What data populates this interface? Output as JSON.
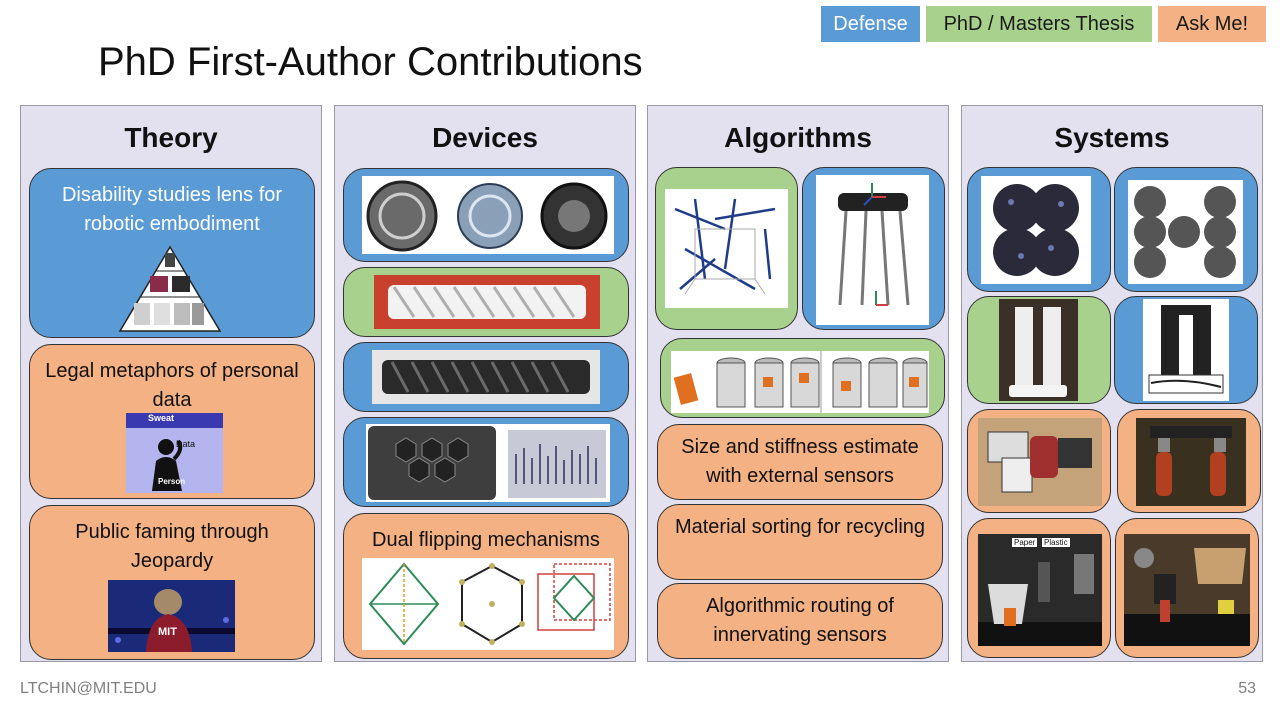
{
  "legend": {
    "defense": "Defense",
    "thesis": "PhD / Masters Thesis",
    "ask": "Ask Me!"
  },
  "title": "PhD First-Author Contributions",
  "columns": {
    "theory": {
      "heading": "Theory",
      "cards": [
        {
          "text": "Disability studies lens for robotic embodiment"
        },
        {
          "text": "Legal metaphors of personal data",
          "figure_labels": {
            "top": "Sweat",
            "mid": "Data",
            "bottom": "Person"
          }
        },
        {
          "text": "Public faming through Jeopardy",
          "figure_label": "MIT"
        }
      ]
    },
    "devices": {
      "heading": "Devices",
      "cards": [
        {
          "text": ""
        },
        {
          "text": ""
        },
        {
          "text": ""
        },
        {
          "text": ""
        },
        {
          "text": "Dual flipping mechanisms"
        }
      ]
    },
    "algorithms": {
      "heading": "Algorithms",
      "cards": [
        {
          "text": ""
        },
        {
          "text": ""
        },
        {
          "text": ""
        },
        {
          "text": "Size and stiffness estimate with external sensors"
        },
        {
          "text": "Material sorting for recycling"
        },
        {
          "text": "Algorithmic routing of innervating sensors"
        }
      ]
    },
    "systems": {
      "heading": "Systems",
      "bin_labels": {
        "paper": "Paper",
        "plastic": "Plastic"
      }
    }
  },
  "footer": {
    "email": "LTCHIN@MIT.EDU",
    "page": "53"
  },
  "colors": {
    "defense": "#5b9bd5",
    "thesis": "#a9d18e",
    "ask": "#f4b183",
    "column_bg": "#e3e0ef"
  }
}
